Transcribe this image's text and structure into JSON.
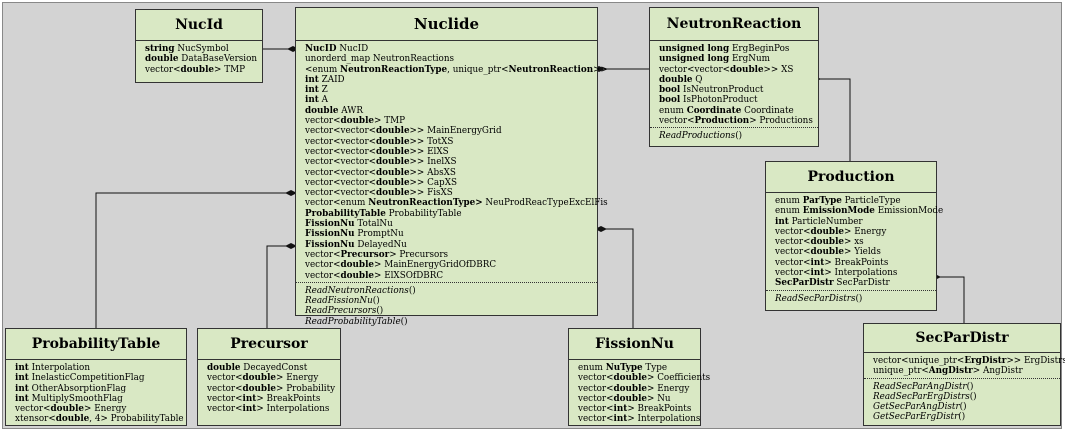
{
  "diagram": {
    "classes": {
      "nucid": {
        "name": "NucId",
        "attributes": [
          [
            {
              "t": "string",
              "b": true
            },
            {
              "t": " NucSymbol"
            }
          ],
          [
            {
              "t": "double",
              "b": true
            },
            {
              "t": " DataBaseVersion"
            }
          ],
          [
            {
              "t": "vector<"
            },
            {
              "t": "double",
              "b": true
            },
            {
              "t": "> TMP"
            }
          ]
        ],
        "operations": []
      },
      "nuclide": {
        "name": "Nuclide",
        "attributes": [
          [
            {
              "t": "NucID",
              "b": true
            },
            {
              "t": " NucID"
            }
          ],
          [
            {
              "t": "unorderd_map NeutronReactions"
            }
          ],
          [
            {
              "t": "   <enum "
            },
            {
              "t": "NeutronReactionType",
              "b": true
            },
            {
              "t": ", unique_ptr<"
            },
            {
              "t": "NeutronReaction",
              "b": true
            },
            {
              "t": ">>"
            }
          ],
          [
            {
              "t": "int",
              "b": true
            },
            {
              "t": " ZAID"
            }
          ],
          [
            {
              "t": "int",
              "b": true
            },
            {
              "t": " Z"
            }
          ],
          [
            {
              "t": "int",
              "b": true
            },
            {
              "t": " A"
            }
          ],
          [
            {
              "t": "double",
              "b": true
            },
            {
              "t": " AWR"
            }
          ],
          [
            {
              "t": "vector<"
            },
            {
              "t": "double",
              "b": true
            },
            {
              "t": "> TMP"
            }
          ],
          [
            {
              "t": "vector<vector<"
            },
            {
              "t": "double",
              "b": true
            },
            {
              "t": ">> MainEnergyGrid"
            }
          ],
          [
            {
              "t": "vector<vector<"
            },
            {
              "t": "double",
              "b": true
            },
            {
              "t": ">> TotXS"
            }
          ],
          [
            {
              "t": "vector<vector<"
            },
            {
              "t": "double",
              "b": true
            },
            {
              "t": ">> ElXS"
            }
          ],
          [
            {
              "t": "vector<vector<"
            },
            {
              "t": "double",
              "b": true
            },
            {
              "t": ">> InelXS"
            }
          ],
          [
            {
              "t": "vector<vector<"
            },
            {
              "t": "double",
              "b": true
            },
            {
              "t": ">> AbsXS"
            }
          ],
          [
            {
              "t": "vector<vector<"
            },
            {
              "t": "double",
              "b": true
            },
            {
              "t": ">> CapXS"
            }
          ],
          [
            {
              "t": "vector<vector<"
            },
            {
              "t": "double",
              "b": true
            },
            {
              "t": ">> FisXS"
            }
          ],
          [
            {
              "t": "vector<enum "
            },
            {
              "t": "NeutronReactionType>",
              "b": true
            },
            {
              "t": " NeuProdReacTypeExcElFis"
            }
          ],
          [
            {
              "t": "ProbabilityTable",
              "b": true
            },
            {
              "t": " ProbabilityTable"
            }
          ],
          [
            {
              "t": "FissionNu",
              "b": true
            },
            {
              "t": " TotalNu"
            }
          ],
          [
            {
              "t": "FissionNu",
              "b": true
            },
            {
              "t": " PromptNu"
            }
          ],
          [
            {
              "t": "FissionNu",
              "b": true
            },
            {
              "t": " DelayedNu"
            }
          ],
          [
            {
              "t": "vector<"
            },
            {
              "t": "Precursor",
              "b": true
            },
            {
              "t": "> Precursors"
            }
          ],
          [
            {
              "t": "vector<"
            },
            {
              "t": "double",
              "b": true
            },
            {
              "t": "> MainEnergyGridOfDBRC"
            }
          ],
          [
            {
              "t": "vector<"
            },
            {
              "t": "double",
              "b": true
            },
            {
              "t": "> ElXSOfDBRC"
            }
          ]
        ],
        "operations": [
          "ReadNeutronReactions()",
          "ReadFissionNu()",
          "ReadPrecursors()",
          "ReadProbabilityTable()"
        ]
      },
      "neutronreaction": {
        "name": "NeutronReaction",
        "attributes": [
          [
            {
              "t": "unsigned long",
              "b": true
            },
            {
              "t": " ErgBeginPos"
            }
          ],
          [
            {
              "t": "unsigned long",
              "b": true
            },
            {
              "t": " ErgNum"
            }
          ],
          [
            {
              "t": "vector<vector<"
            },
            {
              "t": "double",
              "b": true
            },
            {
              "t": ">> XS"
            }
          ],
          [
            {
              "t": "double",
              "b": true
            },
            {
              "t": " Q"
            }
          ],
          [
            {
              "t": "bool",
              "b": true
            },
            {
              "t": " IsNeutronProduct"
            }
          ],
          [
            {
              "t": "bool",
              "b": true
            },
            {
              "t": " IsPhotonProduct"
            }
          ],
          [
            {
              "t": "enum "
            },
            {
              "t": "Coordinate",
              "b": true
            },
            {
              "t": " Coordinate"
            }
          ],
          [
            {
              "t": "vector<"
            },
            {
              "t": "Production",
              "b": true
            },
            {
              "t": "> Productions"
            }
          ]
        ],
        "operations": [
          "ReadProductions()"
        ]
      },
      "production": {
        "name": "Production",
        "attributes": [
          [
            {
              "t": "enum "
            },
            {
              "t": "ParType",
              "b": true
            },
            {
              "t": " ParticleType"
            }
          ],
          [
            {
              "t": "enum "
            },
            {
              "t": "EmissionMode",
              "b": true
            },
            {
              "t": " EmissionMode"
            }
          ],
          [
            {
              "t": "int",
              "b": true
            },
            {
              "t": " ParticleNumber"
            }
          ],
          [
            {
              "t": "vector<"
            },
            {
              "t": "double",
              "b": true
            },
            {
              "t": "> Energy"
            }
          ],
          [
            {
              "t": "vector<"
            },
            {
              "t": "double",
              "b": true
            },
            {
              "t": "> xs"
            }
          ],
          [
            {
              "t": "vector<"
            },
            {
              "t": "double",
              "b": true
            },
            {
              "t": "> Yields"
            }
          ],
          [
            {
              "t": "vector<"
            },
            {
              "t": "int",
              "b": true
            },
            {
              "t": "> BreakPoints"
            }
          ],
          [
            {
              "t": "vector<"
            },
            {
              "t": "int",
              "b": true
            },
            {
              "t": "> Interpolations"
            }
          ],
          [
            {
              "t": "SecParDistr",
              "b": true
            },
            {
              "t": " SecParDistr"
            }
          ]
        ],
        "operations": [
          "ReadSecParDistrs()"
        ]
      },
      "secpardistr": {
        "name": "SecParDistr",
        "attributes": [
          [
            {
              "t": "vector<unique_ptr<"
            },
            {
              "t": "ErgDistr",
              "b": true
            },
            {
              "t": ">>  ErgDistrs"
            }
          ],
          [
            {
              "t": "unique_ptr<"
            },
            {
              "t": "AngDistr",
              "b": true
            },
            {
              "t": "> AngDistr"
            }
          ]
        ],
        "operations": [
          "ReadSecParAngDistr()",
          "ReadSecParErgDistrs()",
          "GetSecParAngDistr()",
          "GetSecParErgDistr()"
        ]
      },
      "probabilitytable": {
        "name": "ProbabilityTable",
        "attributes": [
          [
            {
              "t": "int",
              "b": true
            },
            {
              "t": " Interpolation"
            }
          ],
          [
            {
              "t": "int",
              "b": true
            },
            {
              "t": " InelasticCompetitionFlag"
            }
          ],
          [
            {
              "t": "int",
              "b": true
            },
            {
              "t": " OtherAbsorptionFlag"
            }
          ],
          [
            {
              "t": "int",
              "b": true
            },
            {
              "t": " MultiplySmoothFlag"
            }
          ],
          [
            {
              "t": "vector<"
            },
            {
              "t": "double",
              "b": true
            },
            {
              "t": "> Energy"
            }
          ],
          [
            {
              "t": "xtensor<"
            },
            {
              "t": "double",
              "b": true
            },
            {
              "t": ", 4> ProbabilityTable"
            }
          ]
        ],
        "operations": []
      },
      "precursor": {
        "name": "Precursor",
        "attributes": [
          [
            {
              "t": "double",
              "b": true
            },
            {
              "t": " DecayedConst"
            }
          ],
          [
            {
              "t": "vector<"
            },
            {
              "t": "double",
              "b": true
            },
            {
              "t": "> Energy"
            }
          ],
          [
            {
              "t": "vector<"
            },
            {
              "t": "double",
              "b": true
            },
            {
              "t": "> Probability"
            }
          ],
          [
            {
              "t": "vector<"
            },
            {
              "t": "int",
              "b": true
            },
            {
              "t": "> BreakPoints"
            }
          ],
          [
            {
              "t": "vector<"
            },
            {
              "t": "int",
              "b": true
            },
            {
              "t": "> Interpolations"
            }
          ]
        ],
        "operations": []
      },
      "fissionnu": {
        "name": "FissionNu",
        "attributes": [
          [
            {
              "t": "enum "
            },
            {
              "t": "NuType",
              "b": true
            },
            {
              "t": " Type"
            }
          ],
          [
            {
              "t": "vector<"
            },
            {
              "t": "double",
              "b": true
            },
            {
              "t": "> Coefficients"
            }
          ],
          [
            {
              "t": "vector<"
            },
            {
              "t": "double",
              "b": true
            },
            {
              "t": "> Energy"
            }
          ],
          [
            {
              "t": "vector<"
            },
            {
              "t": "double",
              "b": true
            },
            {
              "t": "> Nu"
            }
          ],
          [
            {
              "t": "vector<"
            },
            {
              "t": "int",
              "b": true
            },
            {
              "t": "> BreakPoints"
            }
          ],
          [
            {
              "t": "vector<"
            },
            {
              "t": "int",
              "b": true
            },
            {
              "t": "> Interpolations"
            }
          ]
        ],
        "operations": []
      }
    }
  }
}
